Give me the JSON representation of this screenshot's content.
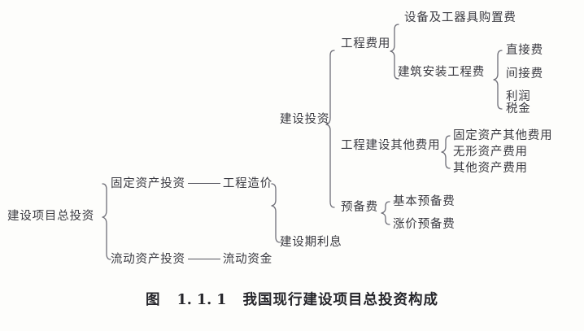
{
  "figure": {
    "caption_label": "图",
    "caption_number": "1. 1. 1",
    "caption_title": "我国现行建设项目总投资构成",
    "line_color": "#6f6f78",
    "text_color": "#3b3b42",
    "background_color": "#fdfdfb"
  },
  "tree": {
    "root": "建设项目总投资",
    "level1": {
      "fixed_asset": "固定资产投资",
      "current_asset": "流动资产投资"
    },
    "level1_linked": {
      "project_cost": "工程造价",
      "working_capital": "流动资金"
    },
    "level2": {
      "construction_investment": "建设投资",
      "interest_during_construction": "建设期利息"
    },
    "level3": {
      "engineering_cost": "工程费用",
      "other_construction_cost": "工程建设其他费用",
      "reserve_cost": "预备费"
    },
    "level4": {
      "equipment_purchase": "设备及工器具购置费",
      "building_installation": "建筑安装工程费",
      "fixed_asset_other": "固定资产其他费用",
      "intangible_asset": "无形资产费用",
      "other_asset": "其他资产费用",
      "basic_reserve": "基本预备费",
      "price_rise_reserve": "涨价预备费"
    },
    "level5": {
      "direct_cost": "直接费",
      "indirect_cost": "间接费",
      "profit": "利润",
      "tax": "税金"
    }
  }
}
